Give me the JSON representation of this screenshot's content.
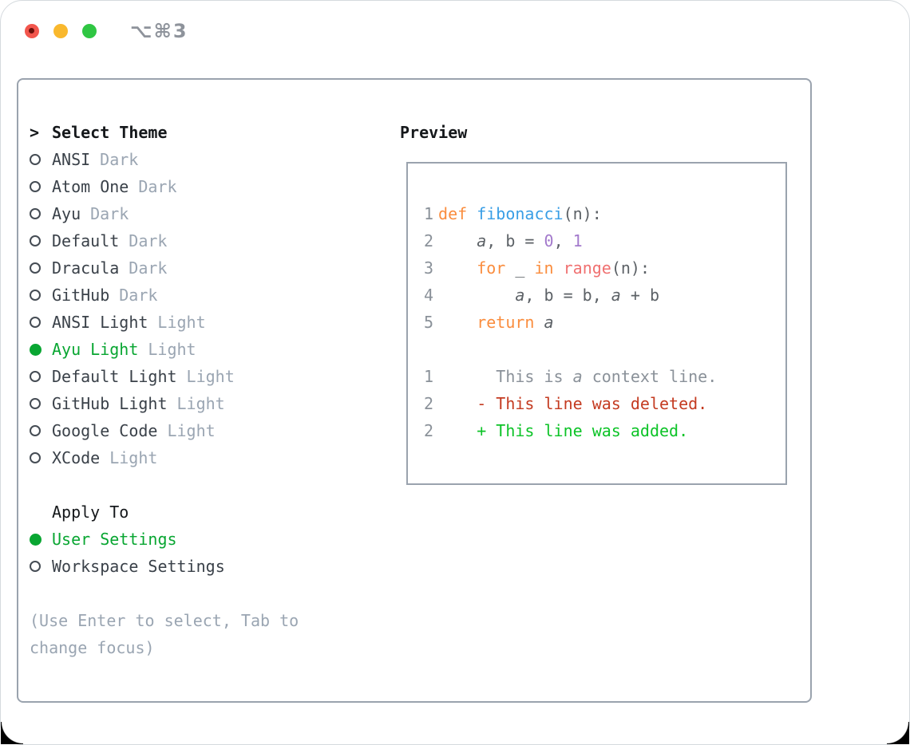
{
  "window": {
    "title_shortcut": "⌥⌘3",
    "traffic_lights": [
      "close",
      "minimize",
      "zoom"
    ]
  },
  "theme_picker": {
    "prompt": ">",
    "heading": "Select Theme",
    "themes": [
      {
        "name": "ANSI",
        "variant": "Dark",
        "selected": false
      },
      {
        "name": "Atom One",
        "variant": "Dark",
        "selected": false
      },
      {
        "name": "Ayu",
        "variant": "Dark",
        "selected": false
      },
      {
        "name": "Default",
        "variant": "Dark",
        "selected": false
      },
      {
        "name": "Dracula",
        "variant": "Dark",
        "selected": false
      },
      {
        "name": "GitHub",
        "variant": "Dark",
        "selected": false
      },
      {
        "name": "ANSI Light",
        "variant": "Light",
        "selected": false
      },
      {
        "name": "Ayu Light",
        "variant": "Light",
        "selected": true
      },
      {
        "name": "Default Light",
        "variant": "Light",
        "selected": false
      },
      {
        "name": "GitHub Light",
        "variant": "Light",
        "selected": false
      },
      {
        "name": "Google Code",
        "variant": "Light",
        "selected": false
      },
      {
        "name": "XCode",
        "variant": "Light",
        "selected": false
      }
    ],
    "apply_to": {
      "heading": "Apply To",
      "options": [
        {
          "label": "User Settings",
          "selected": true
        },
        {
          "label": "Workspace Settings",
          "selected": false
        }
      ]
    },
    "hint": "(Use Enter to select, Tab to change focus)"
  },
  "preview": {
    "heading": "Preview",
    "code_lines": [
      {
        "num": "1",
        "tokens": [
          {
            "s": "kw",
            "t": "def"
          },
          {
            "s": "pl",
            "t": " "
          },
          {
            "s": "fn",
            "t": "fibonacci"
          },
          {
            "s": "pl",
            "t": "(n):"
          }
        ]
      },
      {
        "num": "2",
        "tokens": [
          {
            "s": "pl",
            "t": "    "
          },
          {
            "s": "va",
            "t": "a"
          },
          {
            "s": "pl",
            "t": ", b = "
          },
          {
            "s": "cn",
            "t": "0"
          },
          {
            "s": "pl",
            "t": ", "
          },
          {
            "s": "cn",
            "t": "1"
          }
        ]
      },
      {
        "num": "3",
        "tokens": [
          {
            "s": "pl",
            "t": "    "
          },
          {
            "s": "kw",
            "t": "for"
          },
          {
            "s": "pl",
            "t": " _ "
          },
          {
            "s": "kw",
            "t": "in"
          },
          {
            "s": "pl",
            "t": " "
          },
          {
            "s": "mk",
            "t": "range"
          },
          {
            "s": "pl",
            "t": "(n):"
          }
        ]
      },
      {
        "num": "4",
        "tokens": [
          {
            "s": "pl",
            "t": "        "
          },
          {
            "s": "va",
            "t": "a"
          },
          {
            "s": "pl",
            "t": ", b = b, "
          },
          {
            "s": "va",
            "t": "a"
          },
          {
            "s": "pl",
            "t": " + b"
          }
        ]
      },
      {
        "num": "5",
        "tokens": [
          {
            "s": "pl",
            "t": "    "
          },
          {
            "s": "kw",
            "t": "return"
          },
          {
            "s": "pl",
            "t": " "
          },
          {
            "s": "va",
            "t": "a"
          }
        ]
      },
      {
        "num": "",
        "tokens": []
      },
      {
        "num": "1",
        "tokens": [
          {
            "s": "ct",
            "t": "      This is "
          },
          {
            "s": "cti",
            "t": "a"
          },
          {
            "s": "ct",
            "t": " context line."
          }
        ]
      },
      {
        "num": "2",
        "tokens": [
          {
            "s": "del",
            "t": "    - This line was deleted."
          }
        ]
      },
      {
        "num": "2",
        "tokens": [
          {
            "s": "add",
            "t": "    + This line was added."
          }
        ]
      }
    ]
  },
  "colors": {
    "selected_green": "#09a632",
    "diff_added_green": "#0cc327",
    "diff_deleted_red": "#c43b21",
    "syntax_keyword_orange": "#fa8d3e",
    "syntax_function_blue": "#399ee6",
    "syntax_constant_purple": "#a37acc",
    "syntax_markup_red": "#f07171",
    "code_foreground": "#5c6166",
    "line_number_gray": "#8a9199",
    "muted_gray": "#9aa5b2",
    "panel_border": "#9aa3ae",
    "traffic_red": "#f2564d",
    "traffic_yellow": "#f9b82d",
    "traffic_green": "#2fc643"
  }
}
